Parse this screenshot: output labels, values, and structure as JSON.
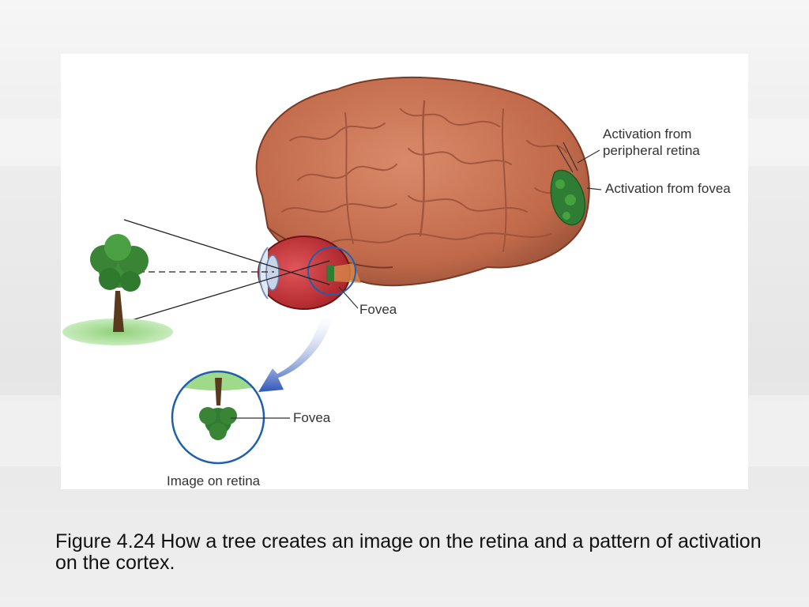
{
  "figure": {
    "labels": {
      "activation_peripheral": "Activation from peripheral retina",
      "activation_fovea": "Activation from fovea",
      "fovea_eye": "Fovea",
      "fovea_retina": "Fovea",
      "image_on_retina": "Image on retina"
    },
    "colors": {
      "brain": "#c0694a",
      "tree_foliage": "#3f8f3a",
      "ground": "#9fd98a",
      "eye": "#c2262a",
      "circle_outline": "#1f5fb0",
      "arrow": "#2d55b8"
    },
    "icons": [
      "brain-illustration",
      "eye-illustration",
      "tree-illustration"
    ]
  },
  "caption": {
    "text": "Figure 4.24 How a tree creates an image on the retina and a pattern of activation on the cortex."
  }
}
